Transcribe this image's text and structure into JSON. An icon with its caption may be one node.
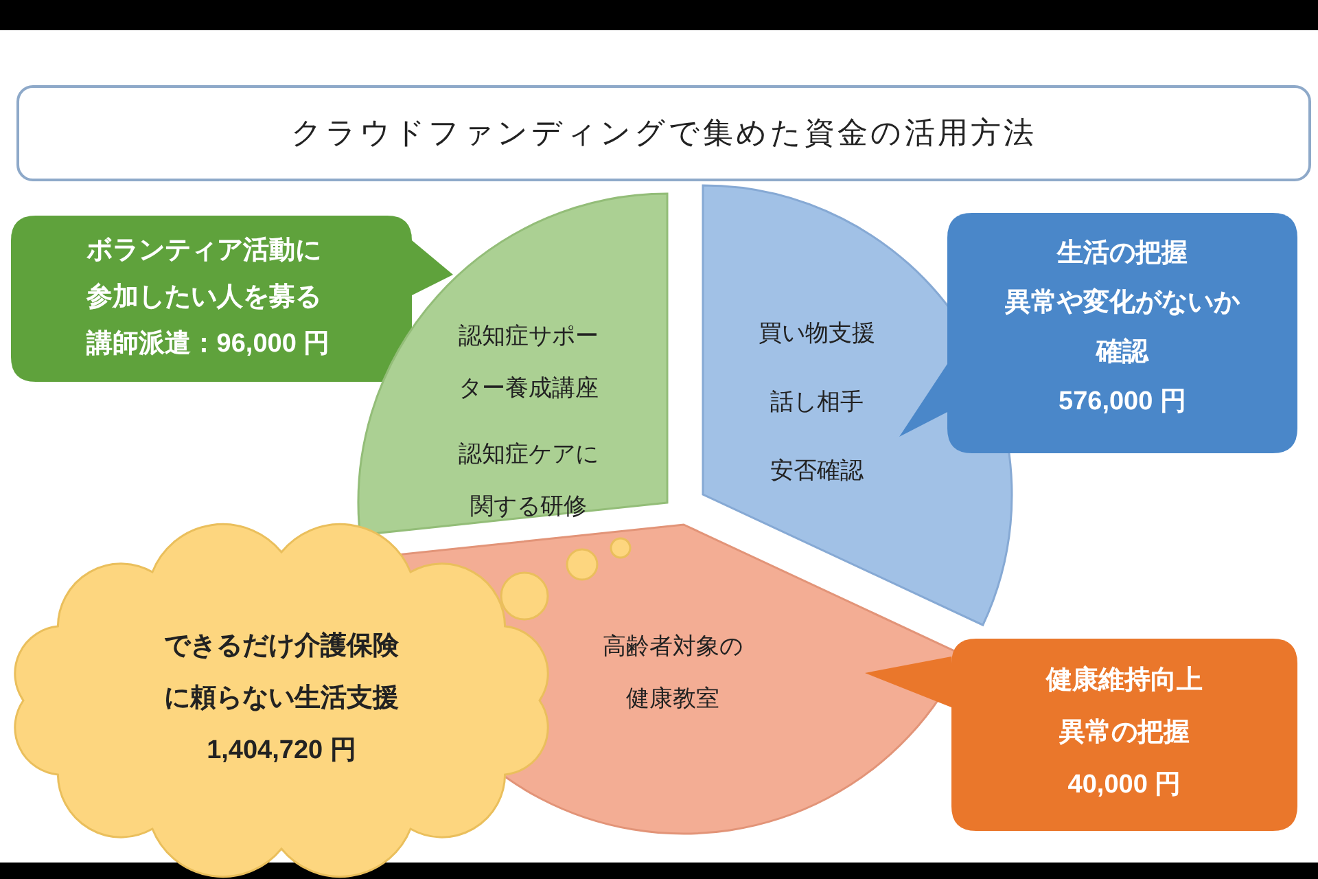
{
  "diagram": {
    "nodes": [
      {
        "text": [
          "クラウドファンディングで集めた資金の活用方法"
        ]
      },
      {
        "text": [
          "ボランティア活動に参加したい人を募る講師派遣：96,000 円"
        ]
      },
      {
        "text": [
          "認知症サポーター養成講座",
          "認知症ケアに関する研修"
        ]
      },
      {
        "text": [
          "買い物支援",
          "話し相手",
          "安否確認"
        ]
      },
      {
        "text": [
          "生活の把握",
          "異常や変化がないか確認",
          "576,000 円"
        ]
      },
      {
        "text": [
          "高齢者対象の健康教室"
        ]
      },
      {
        "text": [
          "健康維持向上",
          "異常の把握",
          "40,000 円"
        ]
      },
      {
        "text": [
          "できるだけ介護保険に頼らない生活支援",
          "1,404,720 円"
        ]
      }
    ]
  }
}
